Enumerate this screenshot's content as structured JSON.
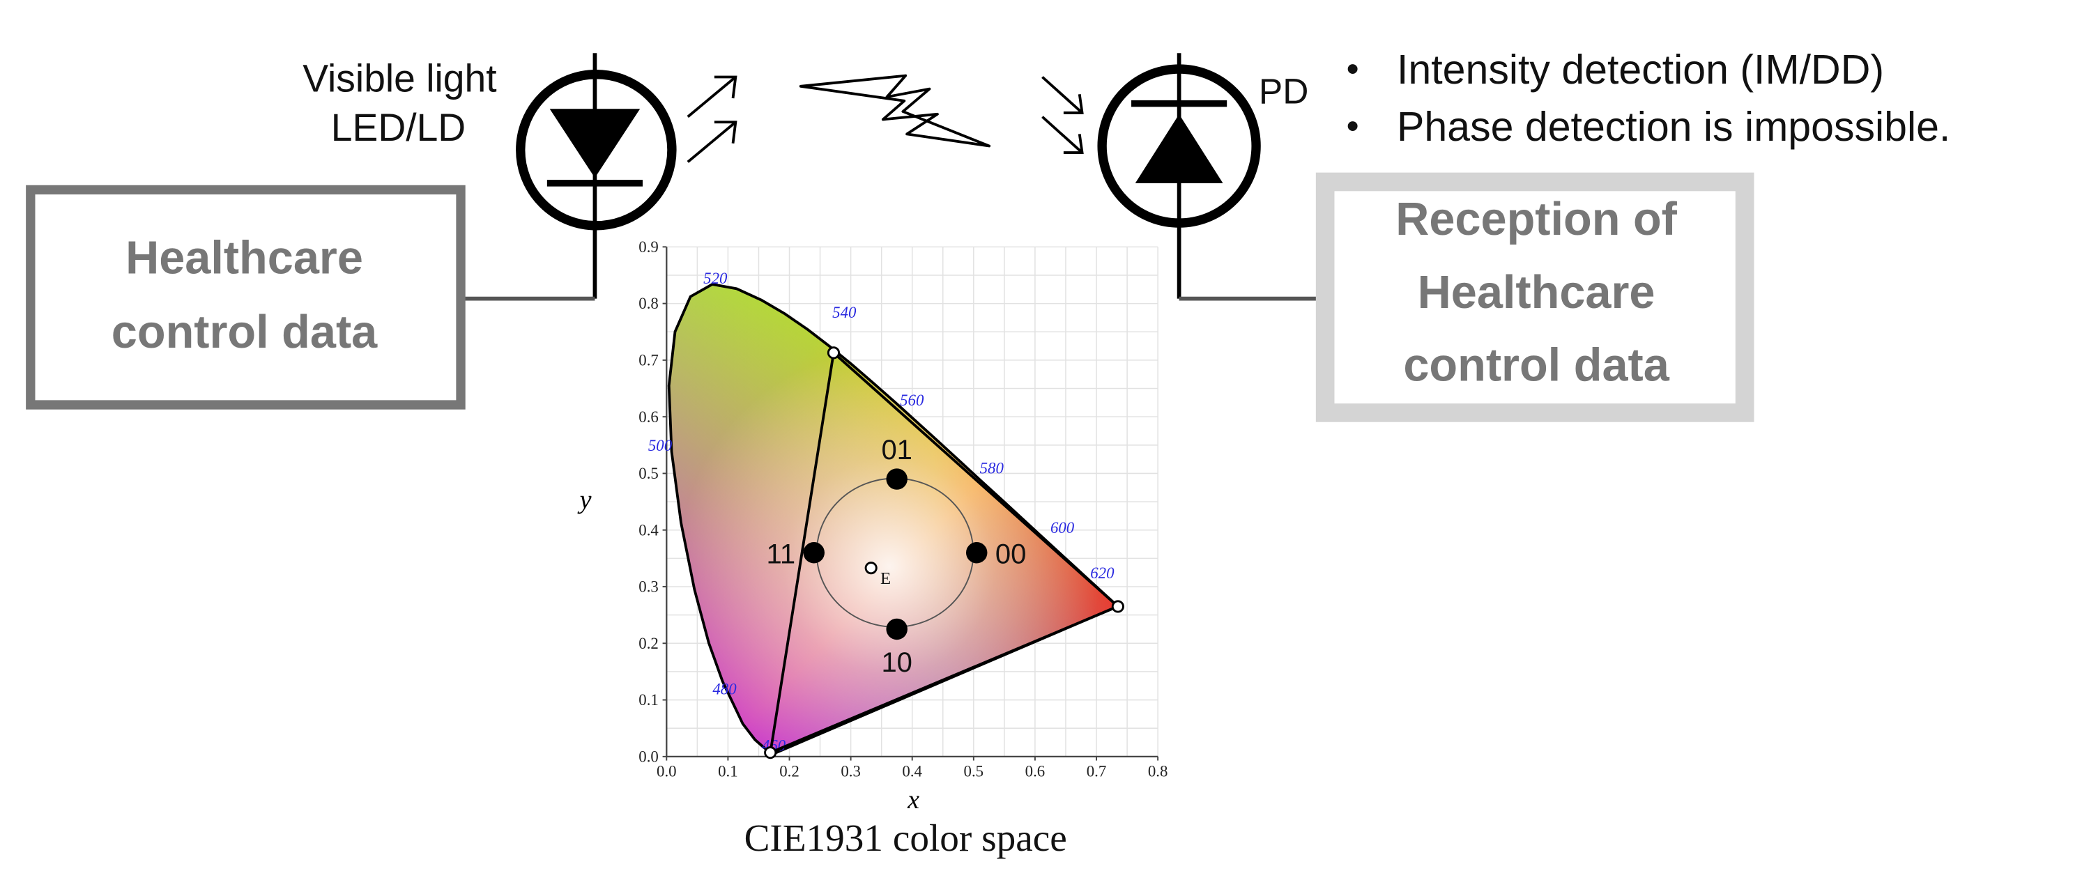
{
  "transmitter": {
    "label_line1": "Visible light",
    "label_line2": "LED/LD",
    "data_box_line1": "Healthcare",
    "data_box_line2": "control data"
  },
  "receiver": {
    "label": "PD",
    "notes": [
      "Intensity detection (IM/DD)",
      "Phase detection is impossible."
    ],
    "note_bullet": "•",
    "data_box_line1": "Reception of",
    "data_box_line2": "Healthcare",
    "data_box_line3": "control data"
  },
  "chart_data": {
    "type": "scatter",
    "caption": "CIE1931 color space",
    "xlabel": "x",
    "ylabel": "y",
    "xlim": [
      0.0,
      0.8
    ],
    "ylim": [
      0.0,
      0.9
    ],
    "x_ticks": [
      "0.0",
      "0.1",
      "0.2",
      "0.3",
      "0.4",
      "0.5",
      "0.6",
      "0.7",
      "0.8"
    ],
    "y_ticks": [
      "0.0",
      "0.1",
      "0.2",
      "0.3",
      "0.4",
      "0.5",
      "0.6",
      "0.7",
      "0.8",
      "0.9"
    ],
    "grid": true,
    "wavelength_labels": [
      {
        "nm": "460",
        "x": 0.155,
        "y": 0.01
      },
      {
        "nm": "480",
        "x": 0.075,
        "y": 0.11
      },
      {
        "nm": "500",
        "x": -0.03,
        "y": 0.54
      },
      {
        "nm": "520",
        "x": 0.06,
        "y": 0.835
      },
      {
        "nm": "540",
        "x": 0.27,
        "y": 0.775
      },
      {
        "nm": "560",
        "x": 0.38,
        "y": 0.62
      },
      {
        "nm": "580",
        "x": 0.51,
        "y": 0.5
      },
      {
        "nm": "600",
        "x": 0.625,
        "y": 0.395
      },
      {
        "nm": "620",
        "x": 0.69,
        "y": 0.315
      }
    ],
    "triangle_vertices": [
      {
        "x": 0.169,
        "y": 0.007
      },
      {
        "x": 0.272,
        "y": 0.713
      },
      {
        "x": 0.735,
        "y": 0.265
      }
    ],
    "constellation_points": [
      {
        "label": "01",
        "x": 0.375,
        "y": 0.49
      },
      {
        "label": "11",
        "x": 0.24,
        "y": 0.36
      },
      {
        "label": "00",
        "x": 0.505,
        "y": 0.36
      },
      {
        "label": "10",
        "x": 0.375,
        "y": 0.225
      }
    ],
    "white_point": {
      "label": "E",
      "x": 0.333,
      "y": 0.333
    }
  }
}
